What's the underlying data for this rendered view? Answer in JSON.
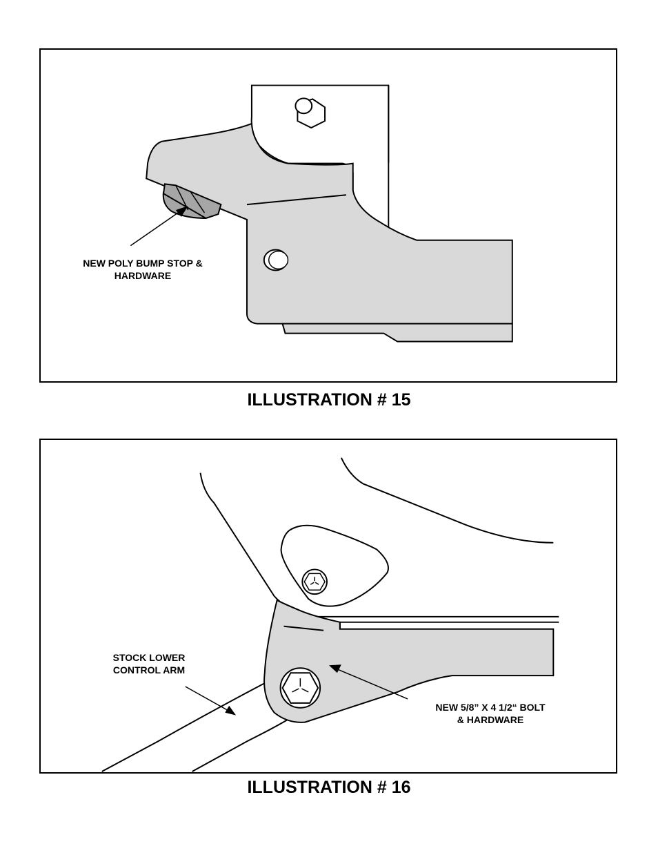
{
  "illustration_15": {
    "caption": "ILLUSTRATION # 15",
    "callouts": {
      "bump_stop": "NEW POLY BUMP STOP &\nHARDWARE"
    }
  },
  "illustration_16": {
    "caption": "ILLUSTRATION # 16",
    "callouts": {
      "lower_control_arm": "STOCK LOWER\nCONTROL ARM",
      "bolt": "NEW 5/8” X 4 1/2“  BOLT\n& HARDWARE"
    }
  },
  "colors": {
    "part_fill": "#d9d9d9",
    "bumpstop_fill": "#a6a6a6",
    "line": "#000000"
  }
}
